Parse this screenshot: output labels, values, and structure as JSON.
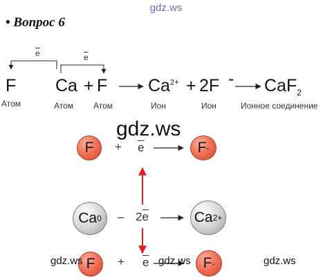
{
  "watermark": "gdz.ws",
  "heading": "• Вопрос 6",
  "equation": {
    "electron": "e",
    "f_atom": "F",
    "ca_atom": "Ca",
    "plus": "+",
    "f_atom2": "F",
    "ca_ion": "Ca",
    "ca_ion_charge": "2+",
    "coef": "2",
    "f_ion": "F",
    "f_ion_charge": "-",
    "ionic": "CaF",
    "ionic_sub": "2",
    "captions": [
      "Атом",
      "Атом",
      "Атом",
      "Ион",
      "Ион",
      "Ионное соединение"
    ]
  },
  "scheme": {
    "plus": "+",
    "minus": "–",
    "electron": "e",
    "two": "2",
    "f_label": "F",
    "f_ion_charge": "-",
    "ca_label": "Ca",
    "ca_charge0": "0",
    "ca_charge2": "2+"
  },
  "colors": {
    "atom_red": "#e8634a",
    "atom_gray": "#c8c8c8",
    "arrow_red": "#e02020",
    "watermark": "#7e64b9"
  }
}
